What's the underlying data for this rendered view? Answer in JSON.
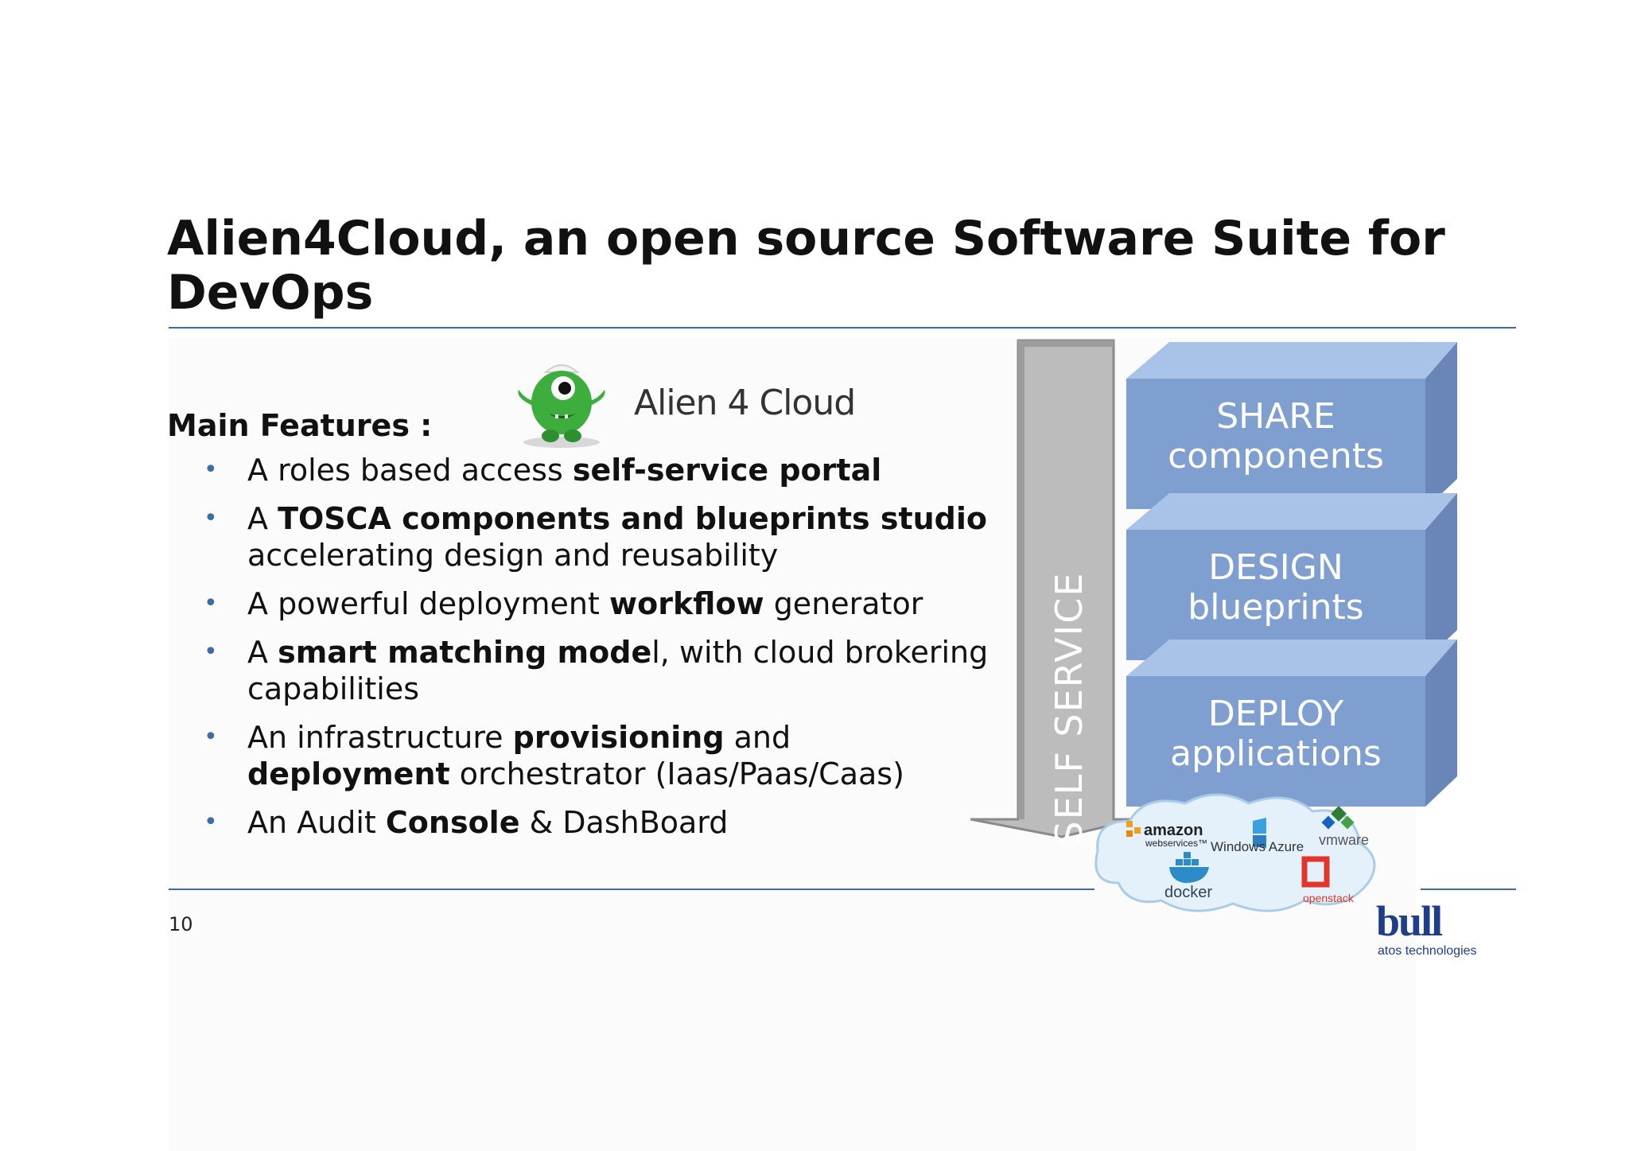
{
  "slide": {
    "title": "Alien4Cloud, an open source Software Suite for DevOps",
    "features_label": "Main Features :",
    "page_number": "10"
  },
  "logo": {
    "text": "Alien 4 Cloud"
  },
  "bullets": [
    {
      "parts": [
        {
          "t": "A roles based access ",
          "b": false
        },
        {
          "t": "self-service portal",
          "b": true
        }
      ]
    },
    {
      "parts": [
        {
          "t": "A ",
          "b": false
        },
        {
          "t": "TOSCA components and blueprints studio",
          "b": true
        },
        {
          "t": " accelerating design and reusability",
          "b": false
        }
      ]
    },
    {
      "parts": [
        {
          "t": "A powerful deployment ",
          "b": false
        },
        {
          "t": "workflow",
          "b": true
        },
        {
          "t": " generator",
          "b": false
        }
      ]
    },
    {
      "parts": [
        {
          "t": "A ",
          "b": false
        },
        {
          "t": "smart matching mode",
          "b": true
        },
        {
          "t": "l, with cloud brokering capabilities",
          "b": false
        }
      ]
    },
    {
      "parts": [
        {
          "t": "An infrastructure ",
          "b": false
        },
        {
          "t": "provisioning",
          "b": true
        },
        {
          "t": " and ",
          "b": false
        },
        {
          "t": "deployment",
          "b": true
        },
        {
          "t": " orchestrator (Iaas/Paas/Caas)",
          "b": false
        }
      ]
    },
    {
      "parts": [
        {
          "t": "An Audit ",
          "b": false
        },
        {
          "t": "Console",
          "b": true
        },
        {
          "t": " & DashBoard",
          "b": false
        }
      ]
    }
  ],
  "diagram": {
    "arrow_label": "SELF SERVICE",
    "blocks": [
      {
        "line1": "SHARE",
        "line2": "components"
      },
      {
        "line1": "DESIGN",
        "line2": "blueprints"
      },
      {
        "line1": "DEPLOY",
        "line2": "applications"
      }
    ],
    "cloud_logos": {
      "amazon": "amazon",
      "amazon_sub": "webservices™",
      "azure": "Windows Azure",
      "vmware": "vmware",
      "docker": "docker",
      "openstack": "openstack"
    }
  },
  "footer_logo": {
    "name": "bull",
    "tagline": "atos technologies"
  },
  "colors": {
    "accent": "#3a6ea5",
    "block": "#7f9fd0",
    "block_top": "#a8c2e8",
    "block_side": "#6a86b8",
    "arrow": "#bcbcbc"
  }
}
